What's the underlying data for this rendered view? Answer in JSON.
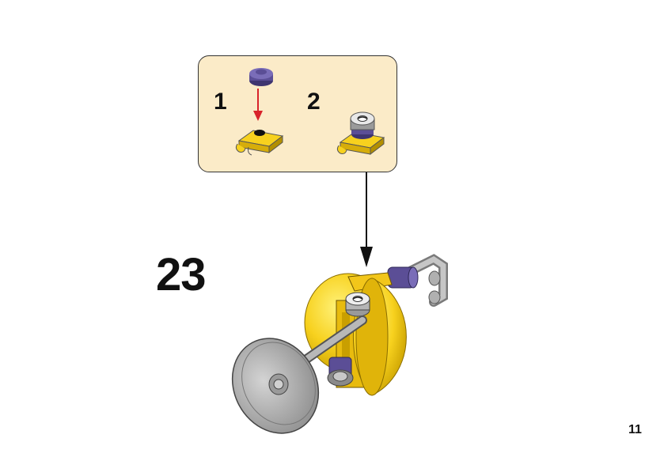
{
  "instruction": {
    "step_number": "23",
    "page_number": "11",
    "substeps": [
      {
        "label": "1"
      },
      {
        "label": "2"
      }
    ]
  },
  "colors": {
    "callout_fill": "#fbebc8",
    "yellow": "#f7d11e",
    "purple": "#5b4e96",
    "light_gray": "#b9b9b9",
    "dark_gray": "#6f6f6f",
    "arrow_red": "#d8232a"
  }
}
